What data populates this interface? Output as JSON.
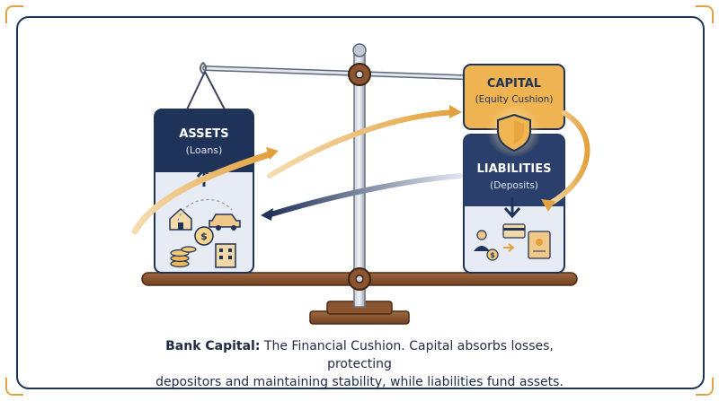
{
  "assets": {
    "title": "ASSETS",
    "subtitle": "(Loans)"
  },
  "capital": {
    "title": "CAPITAL",
    "subtitle": "(Equity Cushion)"
  },
  "liabilities": {
    "title": "LIABILITIES",
    "subtitle": "(Deposits)"
  },
  "caption": {
    "lead": "Bank Capital:",
    "line1": "The Financial Cushion. Capital absorbs losses, protecting",
    "line2": "depositors and maintaining stability, while liabilities fund assets."
  },
  "colors": {
    "navy": "#1f3358",
    "orange": "#e8b45a",
    "beam": "#7a4a2a",
    "steel": "#aab2c0"
  }
}
